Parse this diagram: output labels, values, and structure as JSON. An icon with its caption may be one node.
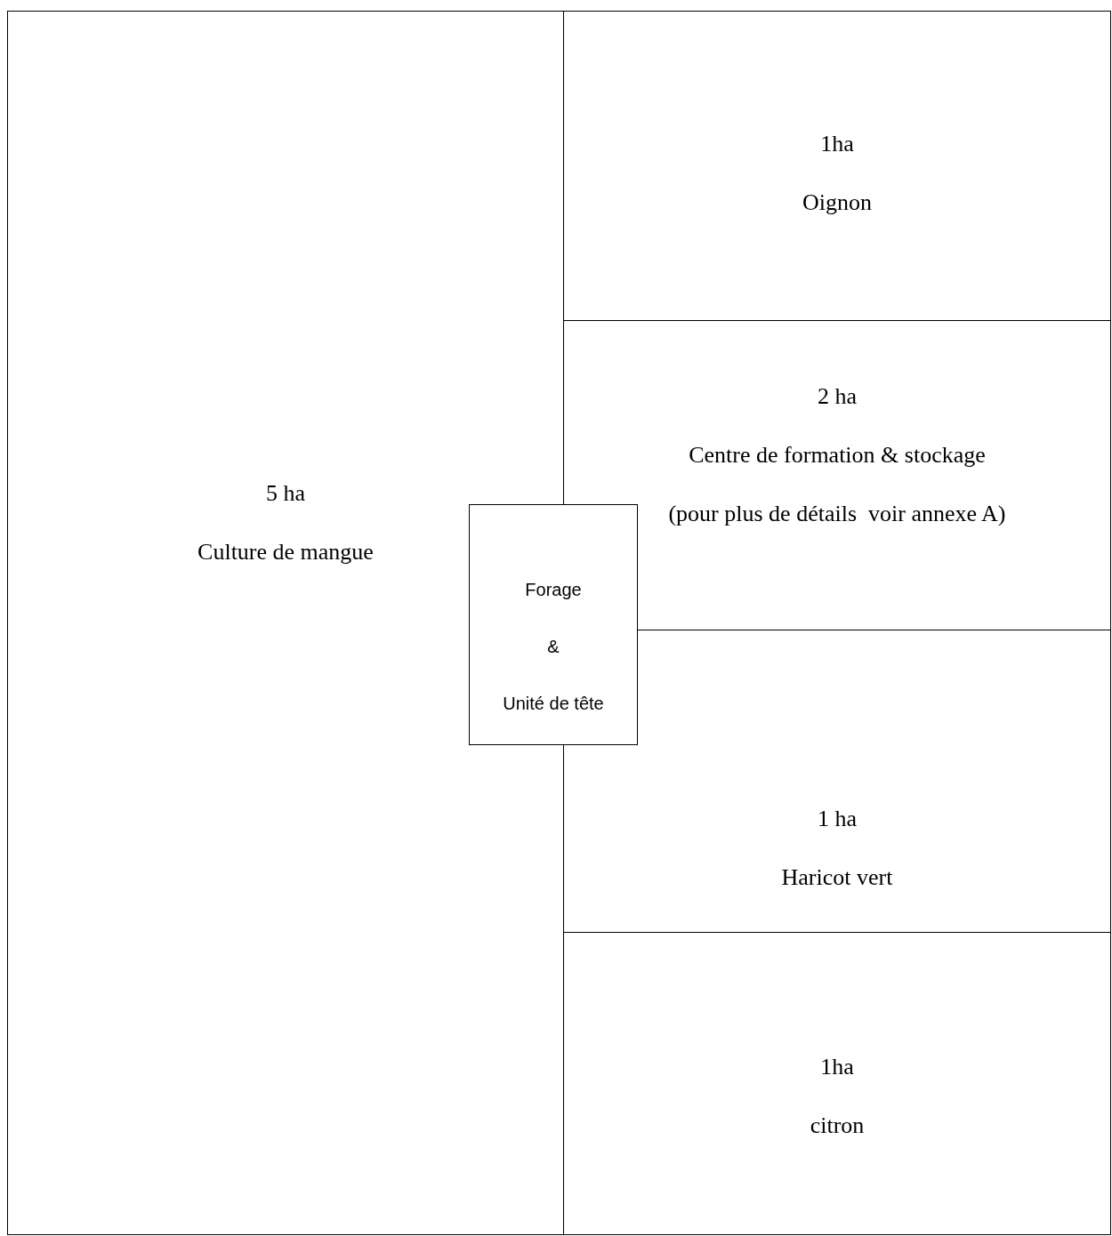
{
  "diagram": {
    "nodes": [
      {
        "text": [
          "5 ha",
          "Culture de mangue"
        ]
      },
      {
        "text": [
          "1ha",
          "Oignon"
        ]
      },
      {
        "text": [
          "2 ha",
          "Centre de formation & stockage",
          "(pour plus de détails  voir annexe A)"
        ]
      },
      {
        "text": [
          "1 ha",
          "Haricot vert"
        ]
      },
      {
        "text": [
          "1ha",
          "citron"
        ]
      },
      {
        "text": [
          "Forage",
          "&",
          "Unité de tête"
        ]
      }
    ]
  }
}
